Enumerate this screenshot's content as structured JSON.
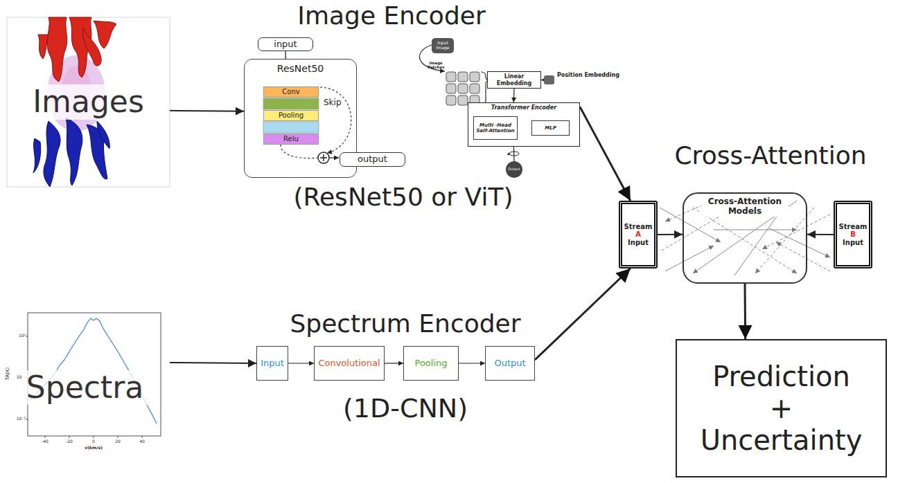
{
  "diagram": {
    "nodes": [
      {
        "text": [
          "Images"
        ]
      },
      {
        "text": [
          "input"
        ]
      },
      {
        "text": [
          "ResNet50"
        ]
      },
      {
        "text": [
          "Conv"
        ],
        "in": 2
      },
      {
        "text": [
          "Pooling"
        ],
        "in": 2
      },
      {
        "text": [
          "Relu"
        ],
        "in": 2
      },
      {
        "text": [
          "output"
        ]
      },
      {
        "text": [
          "Input Image"
        ]
      },
      {
        "text": [
          "Linear Embedding"
        ]
      },
      {
        "text": [
          "Position Embedding"
        ]
      },
      {
        "text": [
          "Transformer Encoder"
        ]
      },
      {
        "text": [
          "Multi -Head Self-Attention"
        ],
        "in": 10
      },
      {
        "text": [
          "MLP"
        ],
        "in": 10
      },
      {
        "text": [
          "Output"
        ]
      },
      {
        "text": [
          "Stream",
          "A",
          "Input"
        ]
      },
      {
        "text": [
          "Cross-Attention Models"
        ]
      },
      {
        "text": [
          "Stream",
          "B",
          "Input"
        ]
      },
      {
        "text": [
          "Spectra"
        ]
      },
      {
        "text": [
          "Input"
        ]
      },
      {
        "text": [
          "Convolutional"
        ]
      },
      {
        "text": [
          "Pooling"
        ]
      },
      {
        "text": [
          "Output"
        ]
      },
      {
        "text": [
          "Prediction + Uncertainty"
        ]
      }
    ],
    "edges": [
      {
        "from": 0,
        "to": 2,
        "arrow": "to"
      },
      {
        "from": 1,
        "to": 2,
        "arrow": "none"
      },
      {
        "from": 9,
        "to": 8,
        "arrow": "to"
      },
      {
        "from": 8,
        "to": 10,
        "arrow": "to"
      },
      {
        "from": 11,
        "to": 12,
        "arrow": "to"
      },
      {
        "from": 10,
        "to": 13,
        "arrow": "none"
      },
      {
        "from": 10,
        "to": 14,
        "arrow": "to"
      },
      {
        "from": 17,
        "to": 18,
        "arrow": "to"
      },
      {
        "from": 18,
        "to": 19,
        "arrow": "to"
      },
      {
        "from": 19,
        "to": 20,
        "arrow": "to"
      },
      {
        "from": 20,
        "to": 21,
        "arrow": "to"
      },
      {
        "from": 21,
        "to": 14,
        "arrow": "to"
      },
      {
        "from": 14,
        "to": 15,
        "arrow": "to"
      },
      {
        "from": 16,
        "to": 15,
        "arrow": "to"
      },
      {
        "from": 15,
        "to": 22,
        "arrow": "to"
      }
    ],
    "labels": [
      "Image Encoder",
      "(ResNet50 or ViT)",
      "Skip",
      "Image Patches",
      "Cross-Attention",
      "TA(K)",
      "10⁰",
      "10⁻¹",
      "10⁻²",
      "-40",
      "-20",
      "0",
      "20",
      "40",
      "v(km/s)",
      "Spectrum Encoder",
      "(1D-CNN)"
    ]
  }
}
